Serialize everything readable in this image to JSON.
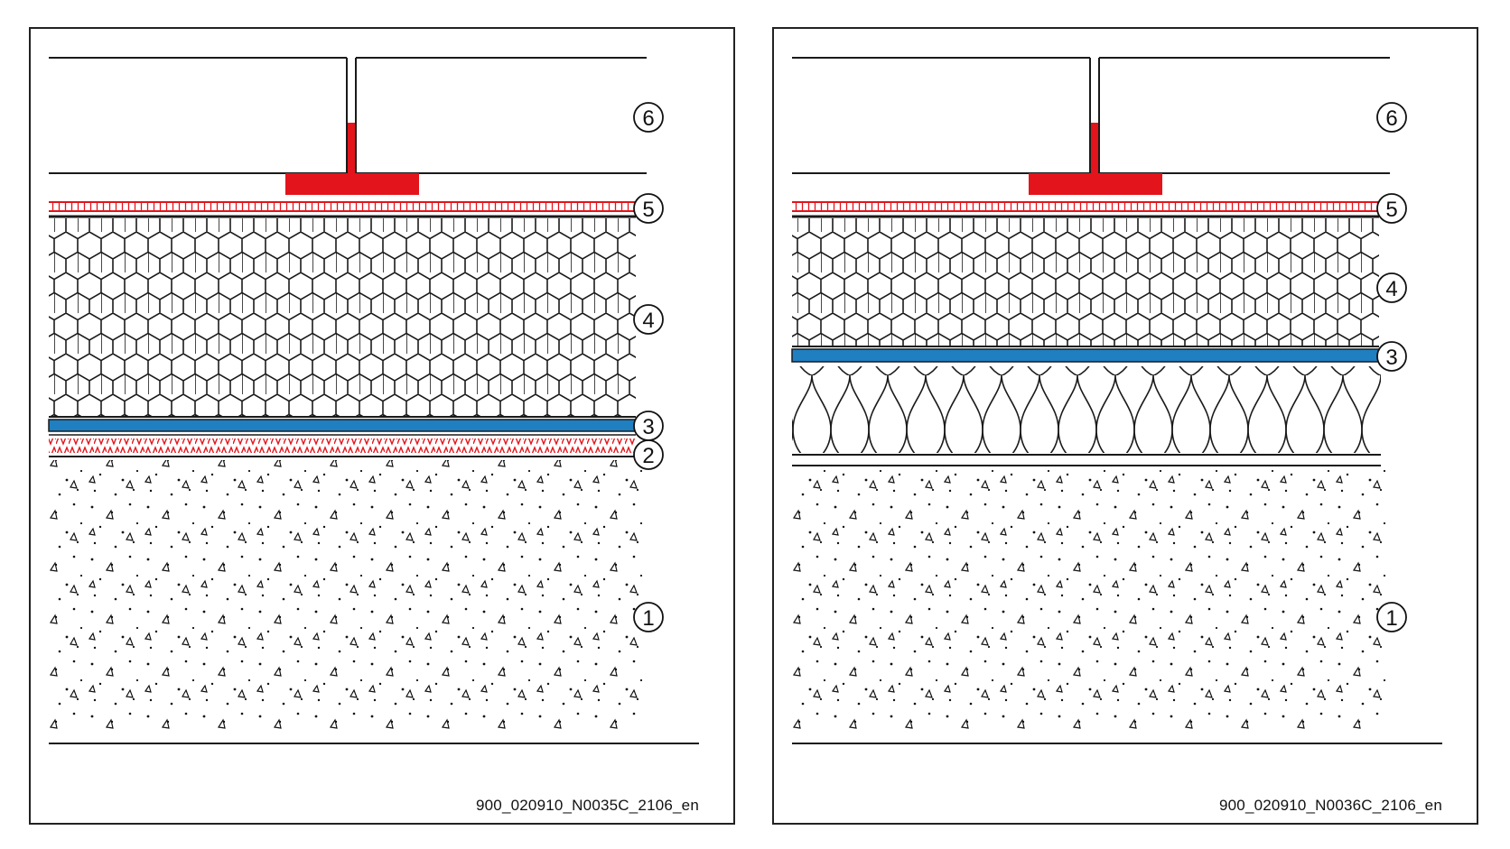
{
  "colors": {
    "red": "#e3141b",
    "blue": "#1f7fc0",
    "line": "#1a1a1a"
  },
  "panels": [
    {
      "reference": "900_020910_N0035C_2106_en",
      "callouts": [
        "6",
        "5",
        "4",
        "3",
        "2",
        "1"
      ]
    },
    {
      "reference": "900_020910_N0036C_2106_en",
      "callouts": [
        "6",
        "5",
        "4",
        "3",
        "1"
      ]
    }
  ]
}
